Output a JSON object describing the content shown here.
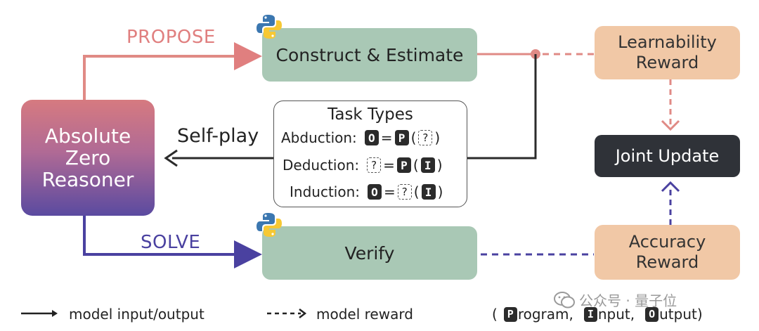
{
  "nodes": {
    "azr_line1": "Absolute",
    "azr_line2": "Zero",
    "azr_line3": "Reasoner",
    "construct": "Construct & Estimate",
    "verify": "Verify",
    "learn_line1": "Learnability",
    "learn_line2": "Reward",
    "acc_line1": "Accuracy",
    "acc_line2": "Reward",
    "joint": "Joint Update"
  },
  "edges": {
    "propose": "PROPOSE",
    "solve": "SOLVE",
    "selfplay": "Self-play"
  },
  "task_types": {
    "title": "Task Types",
    "abduction": "Abduction:",
    "deduction": "Deduction:",
    "induction": "Induction:",
    "sym_o": "O",
    "sym_p": "P",
    "sym_i": "I",
    "sym_q": "?",
    "eq": "=",
    "lparen": "(",
    "rparen": ")"
  },
  "legend": {
    "solid": "model input/output",
    "dashed": "model reward",
    "open": "(",
    "program": "rogram,",
    "input": "nput,",
    "output": "utput)",
    "p": "P",
    "i": "I",
    "o": "O"
  },
  "watermark": {
    "text": "公众号 · 量子位"
  },
  "colors": {
    "propose": "#e07f7f",
    "solve": "#4a41a0",
    "green_box": "#a9c8b5",
    "reward_box": "#f1c8a6",
    "joint_box": "#2f3238"
  },
  "icons": [
    "python-icon",
    "wechat-icon"
  ]
}
